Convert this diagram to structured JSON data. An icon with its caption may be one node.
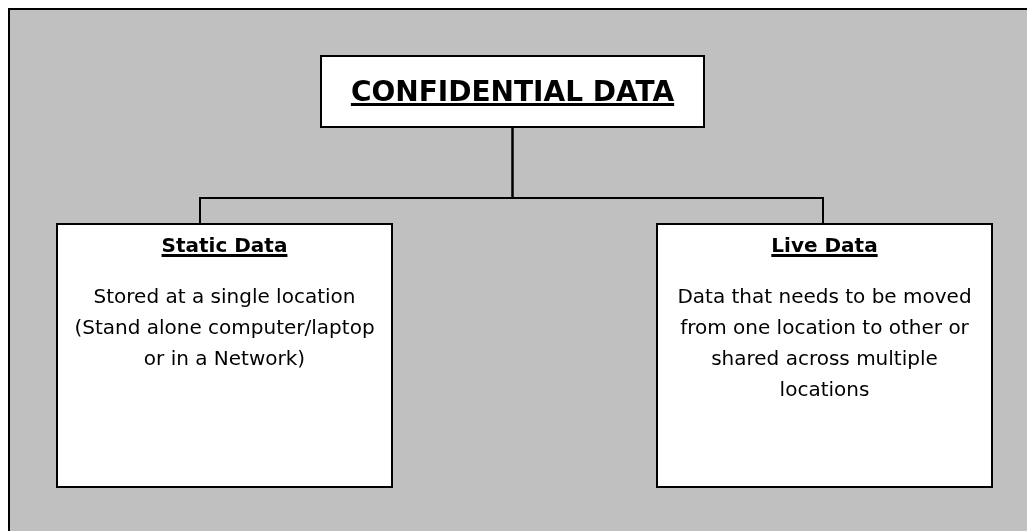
{
  "diagram": {
    "nodes": [
      {
        "text": [
          "CONFIDENTIAL DATA"
        ]
      },
      {
        "text": [
          "Static Data",
          "Stored at a single location (Stand alone computer/laptop or in a Network)"
        ]
      },
      {
        "text": [
          "Live Data",
          "Data that needs to be moved from one location to other or shared across multiple locations"
        ]
      }
    ],
    "edges": [
      {
        "from": 0,
        "to": 1,
        "arrow": "none"
      },
      {
        "from": 0,
        "to": 2,
        "arrow": "none"
      }
    ]
  }
}
